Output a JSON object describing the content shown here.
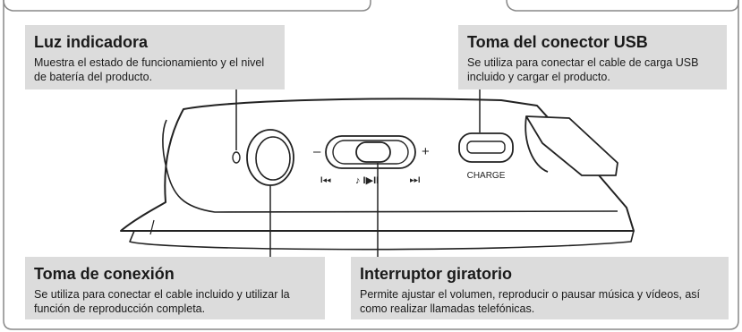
{
  "callouts": {
    "indicator_light": {
      "title": "Luz indicadora",
      "description": "Muestra el estado de funcionamiento y el nivel de batería del producto."
    },
    "usb_port": {
      "title": "Toma del conector USB",
      "description": "Se utiliza para conectar el cable de carga USB incluido y cargar el producto."
    },
    "connection_jack": {
      "title": "Toma de conexión",
      "description": "Se utiliza para conectar el cable incluido y utilizar la función de reproducción completa."
    },
    "rotary_switch": {
      "title": "Interruptor giratorio",
      "description": "Permite ajustar el volumen, reproducir o pausar música y vídeos, así como realizar llamadas telefónicas."
    }
  },
  "device_labels": {
    "minus": "–",
    "plus": "+",
    "prev": "I◂◂",
    "play_pause": "♪ I▶II",
    "next": "▸▸I",
    "charge": "CHARGE"
  },
  "colors": {
    "callout_background": "#dcdcdc",
    "frame_line": "#888888",
    "device_line": "#222222"
  }
}
